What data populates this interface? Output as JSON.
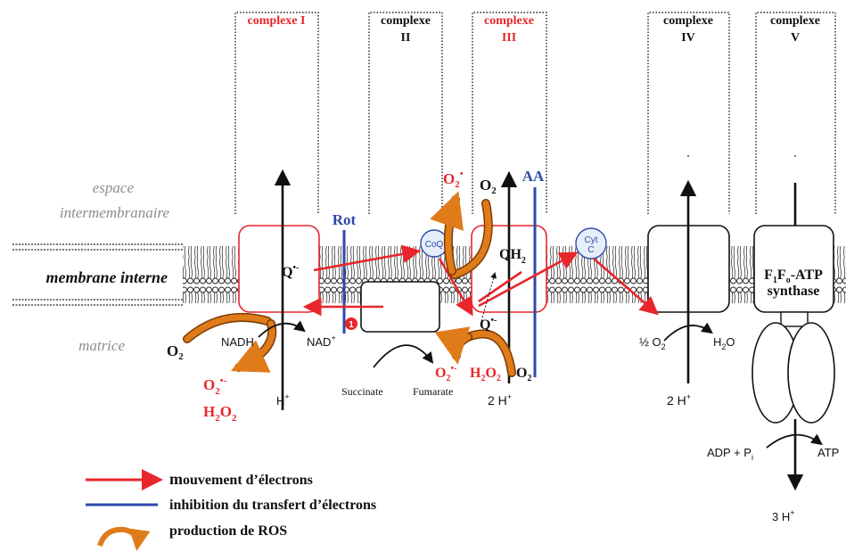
{
  "colors": {
    "electron_flow": "#e8262b",
    "inhibition": "#2e4aa8",
    "ros": "#e07b1a",
    "complex_red_border": "#e8262b",
    "label_gray": "#8c8c8c",
    "cyt_blue": "#2e4aa8"
  },
  "complexes": {
    "c1": {
      "line1": "complexe I",
      "line2": ""
    },
    "c2": {
      "line1": "complexe",
      "line2": "II"
    },
    "c3": {
      "line1": "complexe",
      "line2": "III"
    },
    "c4": {
      "line1": "complexe",
      "line2": "IV"
    },
    "c5": {
      "line1": "complexe",
      "line2": "V",
      "box_line1": "F",
      "box_sub1": "1",
      "box_mid": "F",
      "box_sub2": "o",
      "box_tail": "-ATP",
      "box_line2": "synthase"
    }
  },
  "regions": {
    "espace1": "espace",
    "espace2": "intermembranaire",
    "membrane": "membrane interne",
    "matrice": "matrice"
  },
  "inhibitors": {
    "rot": "Rot",
    "aa": "AA",
    "site_marker": "1"
  },
  "carriers": {
    "coq": "CoQ",
    "cyt1": "Cyt",
    "cyt2": "C"
  },
  "molecules": {
    "q": "Q",
    "q_dot": "•-",
    "qh": "QH",
    "qh_sub": "2",
    "o2_base": "O",
    "sub2": "2",
    "superoxide_sup": "•-",
    "superoxide_sup_short": "•",
    "h2o2_h": "H",
    "h2o2_o": "O",
    "nadh": "NADH",
    "nad": "NAD",
    "nad_sup": "+",
    "h_plus": "H",
    "plus": "+",
    "succinate": "Succinate",
    "fumarate": "Fumarate",
    "two_h": "2 H",
    "half_o2": "½ O",
    "h2o_h": "H",
    "h2o_o": "O",
    "adp": "ADP  +  P",
    "adp_sub": "i",
    "atp": "ATP",
    "three_h": "3 H",
    "o2_c3_label": "O"
  },
  "legend": {
    "electron_bold": "m",
    "electron_rest": "ouvement d’électrons",
    "inhibition": "inhibition du transfert d’électrons",
    "ros": "production de ROS"
  }
}
